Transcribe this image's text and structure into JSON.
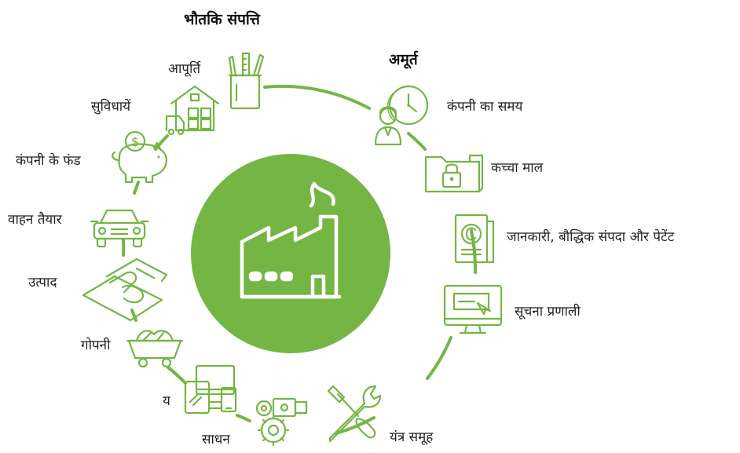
{
  "headers": {
    "physical_assets": "भौतकि संपत्ति",
    "intangible": "अमूर्त"
  },
  "left_items": [
    {
      "label": "आपूर्ति",
      "icon": "pencil-cup-icon"
    },
    {
      "label": "सुविधायें",
      "icon": "warehouse-icon"
    },
    {
      "label": "कंपनी के फंड",
      "icon": "piggy-bank-icon"
    },
    {
      "label": "वाहन तैयार",
      "icon": "car-icon"
    },
    {
      "label": "उत्पाद",
      "icon": "product-icon"
    },
    {
      "label": "गोपनी",
      "icon": "mine-cart-icon"
    },
    {
      "label": "य",
      "icon": "devices-icon"
    },
    {
      "label": "साधन",
      "icon": "machinery-icon"
    }
  ],
  "right_items": [
    {
      "label": "कंपनी का समय",
      "icon": "clock-person-icon"
    },
    {
      "label": "कच्चा माल",
      "icon": "locked-folder-icon"
    },
    {
      "label": "जानकारी, बौद्धिक संपदा और पेटेंट",
      "icon": "copyright-document-icon"
    },
    {
      "label": "सूचना प्रणाली",
      "icon": "monitor-icon"
    },
    {
      "label": "यंत्र समूह",
      "icon": "tools-icon"
    }
  ],
  "center_icon": "factory-icon",
  "colors": {
    "accent": "#74b544",
    "text": "#222222",
    "background": "#ffffff"
  }
}
